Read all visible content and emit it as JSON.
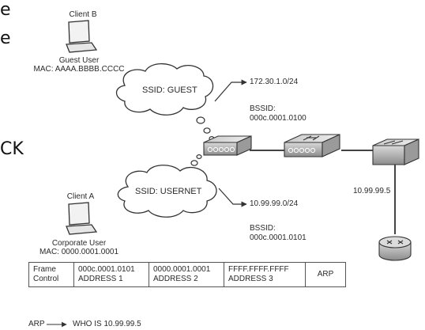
{
  "left_edge_text": [
    "e",
    "e",
    "CK"
  ],
  "clients": [
    {
      "title": "Client B",
      "role": "Guest User",
      "mac": "MAC: AAAA.BBBB.CCCC"
    },
    {
      "title": "Client A",
      "role": "Corporate User",
      "mac": "MAC: 0000.0001.0001"
    }
  ],
  "clouds": [
    {
      "ssid": "SSID: GUEST",
      "subnet": "172.30.1.0/24",
      "bssid_label": "BSSID:",
      "bssid": "000c.0001.0100"
    },
    {
      "ssid": "SSID: USERNET",
      "subnet": "10.99.99.0/24",
      "bssid_label": "BSSID:",
      "bssid": "000c.0001.0101"
    }
  ],
  "switch_ip": "10.99.99.5",
  "frame": {
    "cells": [
      [
        "Frame",
        "Control"
      ],
      [
        "000c.0001.0101",
        "ADDRESS 1"
      ],
      [
        "0000.0001.0001",
        "ADDRESS 2"
      ],
      [
        "FFFF.FFFF.FFFF",
        "ADDRESS 3"
      ],
      [
        "ARP"
      ]
    ]
  },
  "arp": {
    "label": "ARP",
    "text": "WHO IS 10.99.99.5"
  },
  "icons": [
    "laptop-icon",
    "access-point-icon",
    "switch-icon",
    "router-icon"
  ]
}
